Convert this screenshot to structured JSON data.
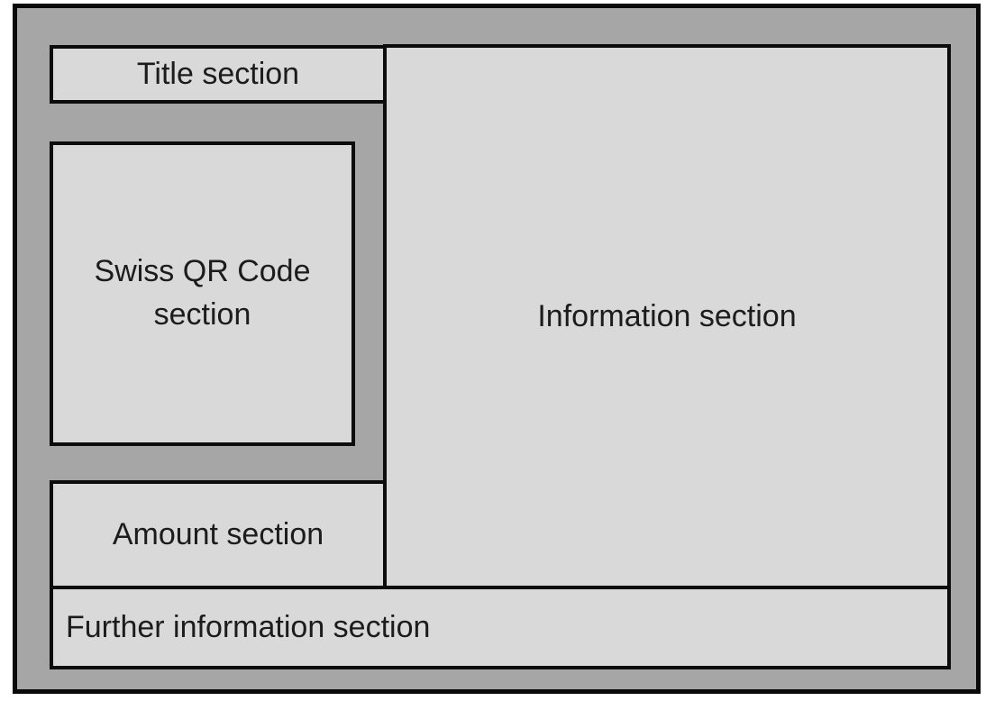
{
  "diagram": {
    "kind": "layout-schematic",
    "sections": {
      "title": {
        "label": "Title section"
      },
      "qr": {
        "label": "Swiss QR Code section"
      },
      "amount": {
        "label": "Amount section"
      },
      "information": {
        "label": "Information section"
      },
      "further": {
        "label": "Further information section"
      }
    },
    "colors": {
      "page_background": "#ffffff",
      "outer_fill": "#a6a6a6",
      "outer_border": "#0a0a0a",
      "section_fill": "#d9d9d9",
      "section_border": "#0c0c0c",
      "text": "#1c1c1c"
    }
  }
}
